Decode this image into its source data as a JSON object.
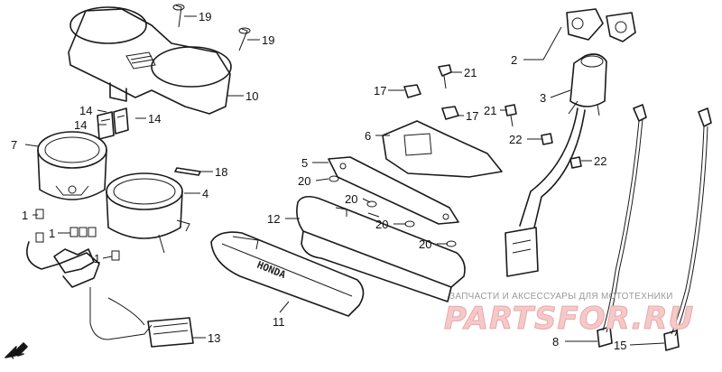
{
  "diagram": {
    "callouts": [
      {
        "id": "c19a",
        "text": "19"
      },
      {
        "id": "c19b",
        "text": "19"
      },
      {
        "id": "c10",
        "text": "10"
      },
      {
        "id": "c14a",
        "text": "14"
      },
      {
        "id": "c14b",
        "text": "14"
      },
      {
        "id": "c14c",
        "text": "14"
      },
      {
        "id": "c7",
        "text": "7"
      },
      {
        "id": "c18",
        "text": "18"
      },
      {
        "id": "c4",
        "text": "4"
      },
      {
        "id": "c1a",
        "text": "1"
      },
      {
        "id": "c1b",
        "text": "1"
      },
      {
        "id": "c1c",
        "text": "1"
      },
      {
        "id": "c13",
        "text": "13"
      },
      {
        "id": "c2",
        "text": "2"
      },
      {
        "id": "c3",
        "text": "3"
      },
      {
        "id": "c21a",
        "text": "21"
      },
      {
        "id": "c21b",
        "text": "21"
      },
      {
        "id": "c17a",
        "text": "17"
      },
      {
        "id": "c17b",
        "text": "17"
      },
      {
        "id": "c6",
        "text": "6"
      },
      {
        "id": "c22a",
        "text": "22"
      },
      {
        "id": "c22b",
        "text": "22"
      },
      {
        "id": "c5",
        "text": "5"
      },
      {
        "id": "c20a",
        "text": "20"
      },
      {
        "id": "c20b",
        "text": "20"
      },
      {
        "id": "c20c",
        "text": "20"
      },
      {
        "id": "c20d",
        "text": "20"
      },
      {
        "id": "c12",
        "text": "12"
      },
      {
        "id": "c11",
        "text": "11"
      },
      {
        "id": "c8",
        "text": "8"
      },
      {
        "id": "c15",
        "text": "15"
      }
    ],
    "brand_text": "HONDA",
    "fwd_label": "FWD",
    "watermark_caption": "ЗАПЧАСТИ И АКСЕССУАРЫ ДЛЯ МОТОТЕХНИКИ",
    "watermark_logo": "PARTSFOR.RU",
    "colors": {
      "line": "#1a1a1a",
      "watermark_caption": "#9a9a9a",
      "watermark_logo": "#f6c9c9"
    }
  }
}
